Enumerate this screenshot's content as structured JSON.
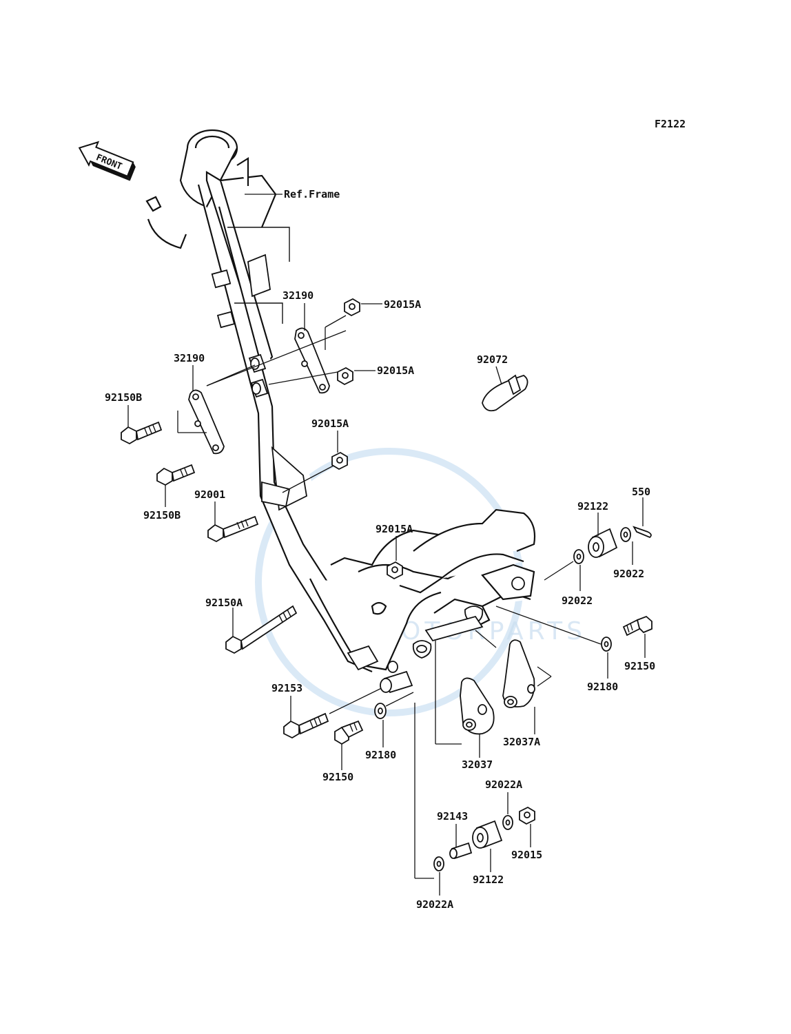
{
  "diagram_code": "F2122",
  "front_badge": "FRONT",
  "ref_frame": "Ref.Frame",
  "watermark": {
    "text": "MOTORPARTS",
    "color": "#bcd7ee"
  },
  "labels": {
    "l_92015A_1": "92015A",
    "l_32190_top": "32190",
    "l_92015A_2": "92015A",
    "l_92072": "92072",
    "l_32190_left": "32190",
    "l_92150B_1": "92150B",
    "l_92015A_3": "92015A",
    "l_92150B_2": "92150B",
    "l_92001": "92001",
    "l_92015A_4": "92015A",
    "l_550": "550",
    "l_92122_top": "92122",
    "l_92022_1": "92022",
    "l_92022_2": "92022",
    "l_92150A": "92150A",
    "l_92150_right": "92150",
    "l_92180_right": "92180",
    "l_92153": "92153",
    "l_32037A": "32037A",
    "l_92180_left": "92180",
    "l_92150_left": "92150",
    "l_32037": "32037",
    "l_92022A_top": "92022A",
    "l_92143": "92143",
    "l_92015": "92015",
    "l_92122_bottom": "92122",
    "l_92022A_bottom": "92022A"
  }
}
